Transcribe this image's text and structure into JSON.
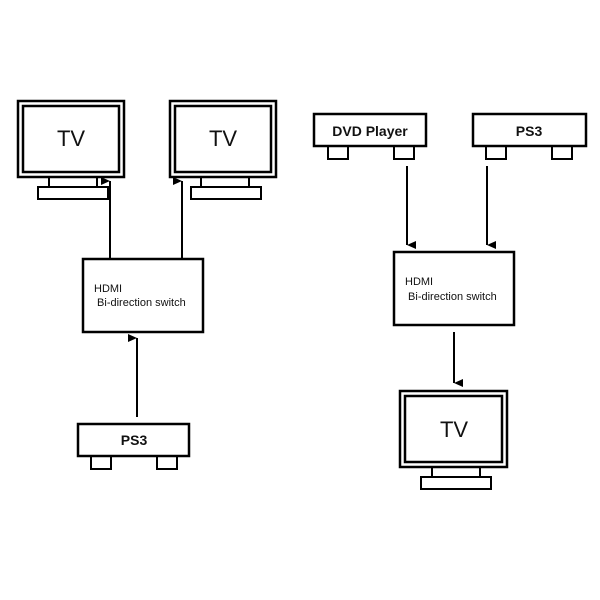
{
  "diagram": {
    "left_setup": {
      "tv_1": {
        "label": "TV"
      },
      "tv_2": {
        "label": "TV"
      },
      "switch": {
        "line1": "HDMI",
        "line2": " Bi-direction switch"
      },
      "source": {
        "label": "PS3"
      },
      "connections": [
        {
          "from": "source",
          "to": "switch"
        },
        {
          "from": "switch",
          "to": "tv_1"
        },
        {
          "from": "switch",
          "to": "tv_2"
        }
      ]
    },
    "right_setup": {
      "source_1": {
        "label": "DVD Player"
      },
      "source_2": {
        "label": "PS3"
      },
      "switch": {
        "line1": "HDMI",
        "line2": " Bi-direction switch"
      },
      "tv": {
        "label": "TV"
      },
      "connections": [
        {
          "from": "source_1",
          "to": "switch"
        },
        {
          "from": "source_2",
          "to": "switch"
        },
        {
          "from": "switch",
          "to": "tv"
        }
      ]
    }
  }
}
